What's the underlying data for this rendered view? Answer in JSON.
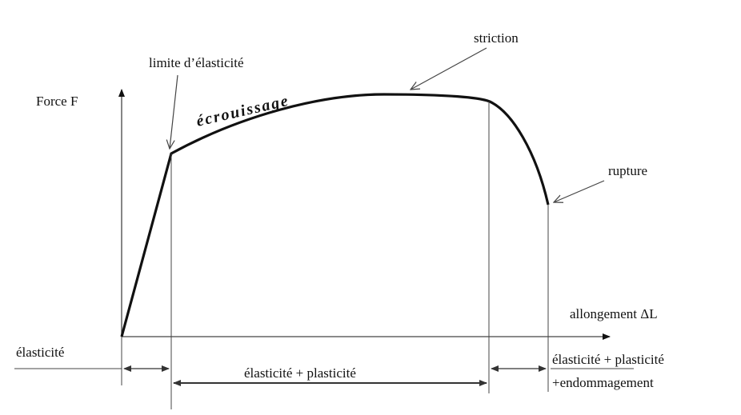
{
  "labels": {
    "y_axis": "Force F",
    "x_axis": "allongement ΔL",
    "yield_point": "limite d’élasticité",
    "hardening": "écrouissage",
    "necking": "striction",
    "rupture": "rupture",
    "zone_elastic": "élasticité",
    "zone_elastic_plastic": "élasticité + plasticité",
    "zone_damage_line1": "élasticité + plasticité",
    "zone_damage_line2": "+endommagement"
  },
  "colors": {
    "ink": "#111111",
    "thin": "#444444"
  }
}
